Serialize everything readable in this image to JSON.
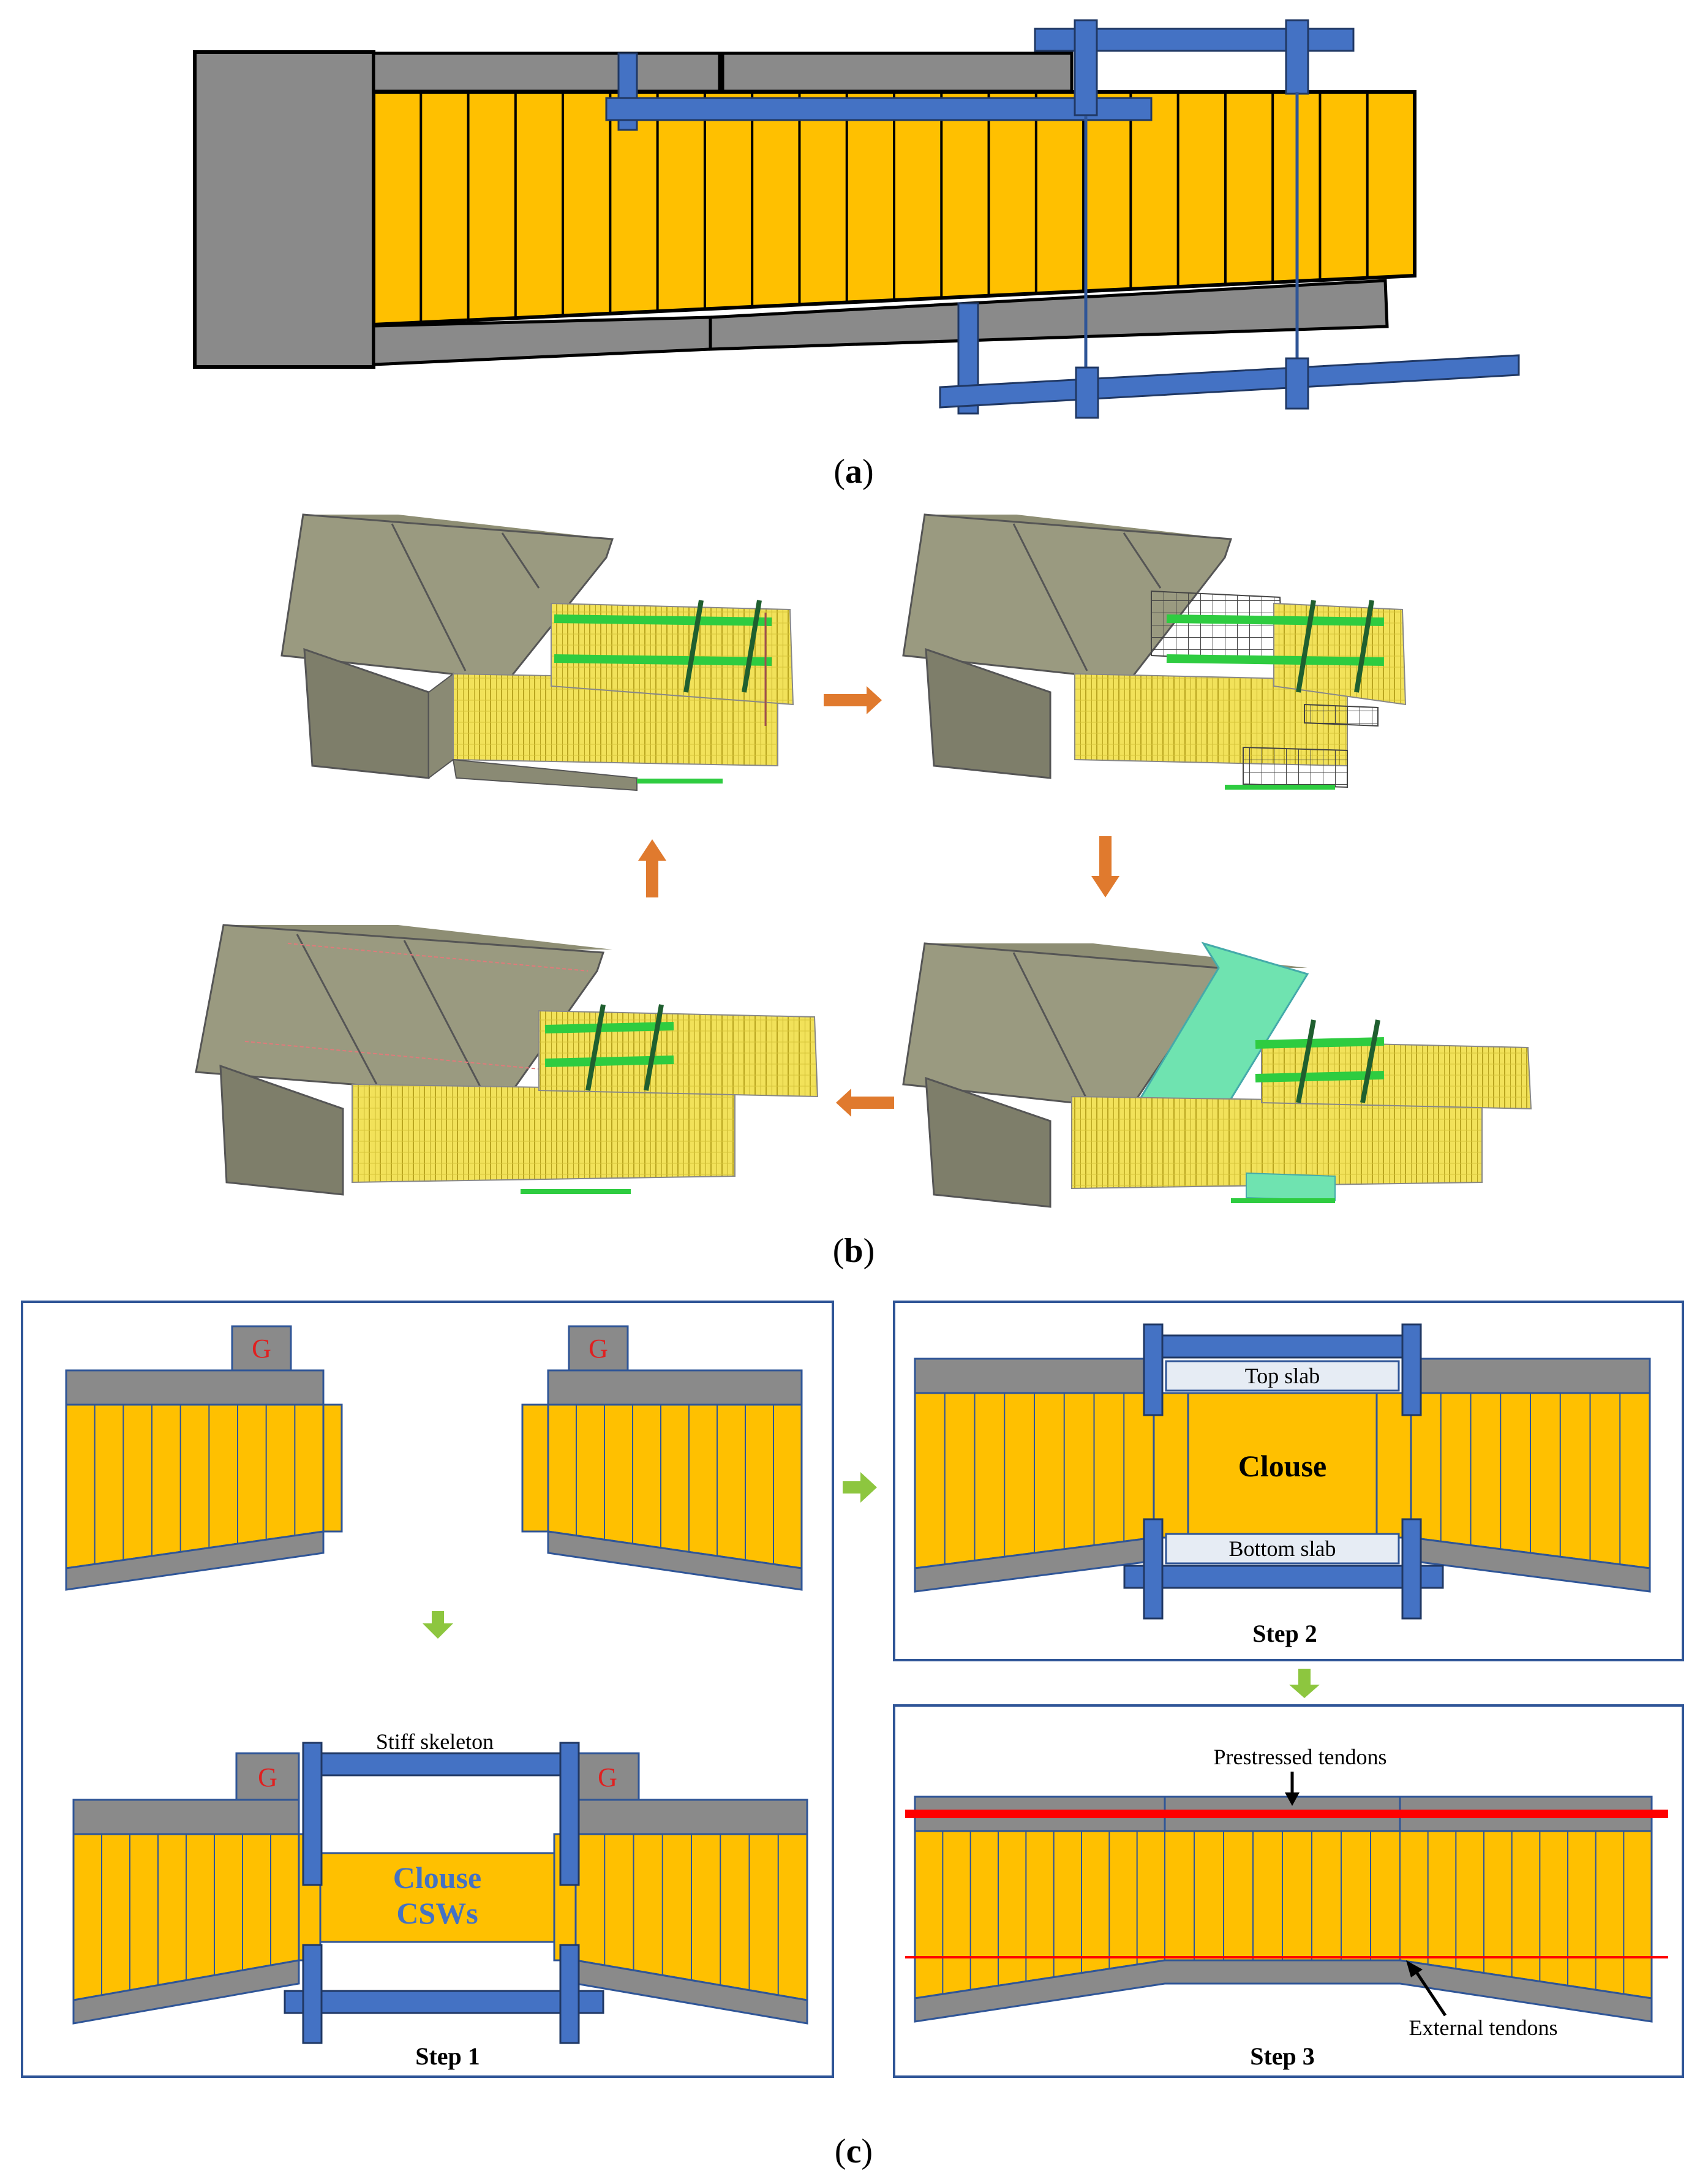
{
  "captions": {
    "a": "a",
    "b": "b",
    "c": "c"
  },
  "panel_c": {
    "g_label": "G",
    "stiff_skeleton": "Stiff skeleton",
    "closure_line1": "Clouse",
    "closure_line2": "CSWs",
    "step1": "Step 1",
    "top_slab": "Top slab",
    "bottom_slab": "Bottom slab",
    "closure": "Clouse",
    "step2": "Step 2",
    "prestressed_tendons": "Prestressed tendons",
    "external_tendons": "External tendons",
    "step3": "Step 3"
  },
  "colors": {
    "web_yellow": "#FFC000",
    "concrete_grey": "#7F7F7F",
    "steel_blue": "#4472C4",
    "arrow_orange": "#E07A2E",
    "arrow_green": "#8DC63F",
    "tendon_red": "#FF0000",
    "model_grey": "#8E8E74",
    "model_green": "#2ECC40",
    "new_slab_cyan": "#6FE3B0"
  }
}
